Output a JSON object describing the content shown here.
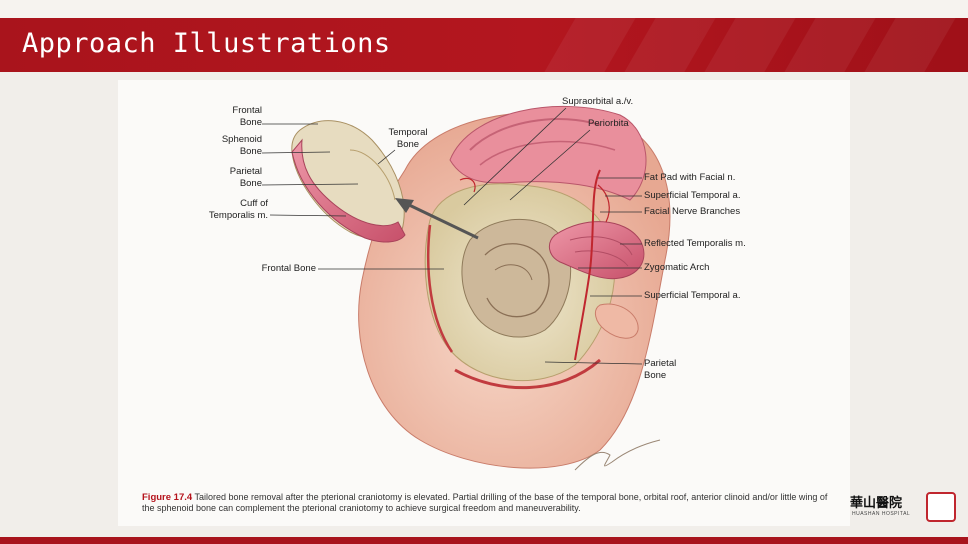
{
  "slide": {
    "title": "Approach Illustrations"
  },
  "figure": {
    "labels": {
      "frontal_bone_top": "Frontal\nBone",
      "sphenoid_bone": "Sphenoid\nBone",
      "parietal_bone_left": "Parietal\nBone",
      "cuff_temporalis": "Cuff of\nTemporalis m.",
      "temporal_bone": "Temporal\nBone",
      "frontal_bone": "Frontal Bone",
      "supraorbital": "Supraorbital a./v.",
      "periorbita": "Periorbita",
      "fat_pad": "Fat Pad with Facial n.",
      "superficial_temporal_1": "Superficial Temporal a.",
      "facial_nerve_branches": "Facial Nerve Branches",
      "reflected_temporalis": "Reflected Temporalis m.",
      "zygomatic_arch": "Zygomatic Arch",
      "superficial_temporal_2": "Superficial Temporal a.",
      "parietal_bone_right": "Parietal\nBone"
    },
    "caption_number": "Figure 17.4",
    "caption_text": " Tailored bone removal after the pterional craniotomy is elevated. Partial drilling of the base of the temporal bone, orbital roof, anterior clinoid and/or little wing of the sphenoid bone can complement the pterional craniotomy to achieve surgical freedom and maneuverability."
  },
  "logo": {
    "name": "華山醫院",
    "subtitle": "HUASHAN HOSPITAL"
  },
  "colors": {
    "banner": "#b3161f",
    "skin": "#f0c3b3",
    "bone": "#e6dcbf",
    "muscle": "#d9677c",
    "vessel": "#c0262e"
  }
}
